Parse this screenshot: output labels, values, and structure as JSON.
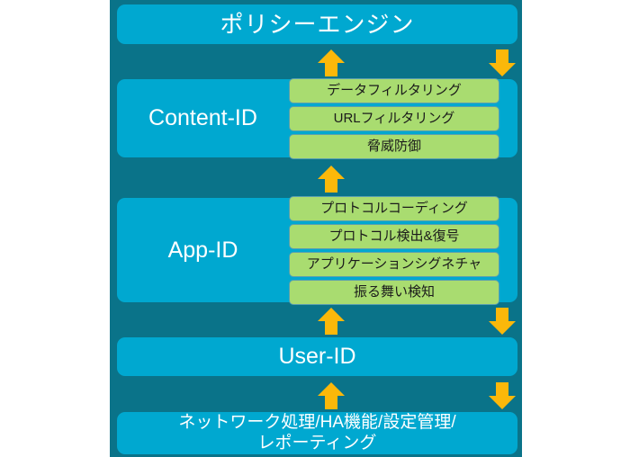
{
  "diagram": {
    "title": "ポリシーエンジン",
    "colors": {
      "panel_blue": "#00a8d0",
      "backdrop_teal": "#0a7389",
      "sub_item_green": "#a9dc70",
      "arrow_orange": "#fbb80a",
      "text_white": "#ffffff"
    },
    "stages": [
      {
        "label": "Content-ID",
        "items": [
          "データフィルタリング",
          "URLフィルタリング",
          "脅威防御"
        ]
      },
      {
        "label": "App-ID",
        "items": [
          "プロトコルコーディング",
          "プロトコル検出&復号",
          "アプリケーションシグネチャ",
          "振る舞い検知"
        ]
      }
    ],
    "user_id": "User-ID",
    "infrastructure": "ネットワーク処理/HA機能/設定管理/\nレポーティング",
    "arrows": {
      "up_icon": "arrow-up-icon",
      "down_icon": "arrow-down-icon"
    }
  }
}
